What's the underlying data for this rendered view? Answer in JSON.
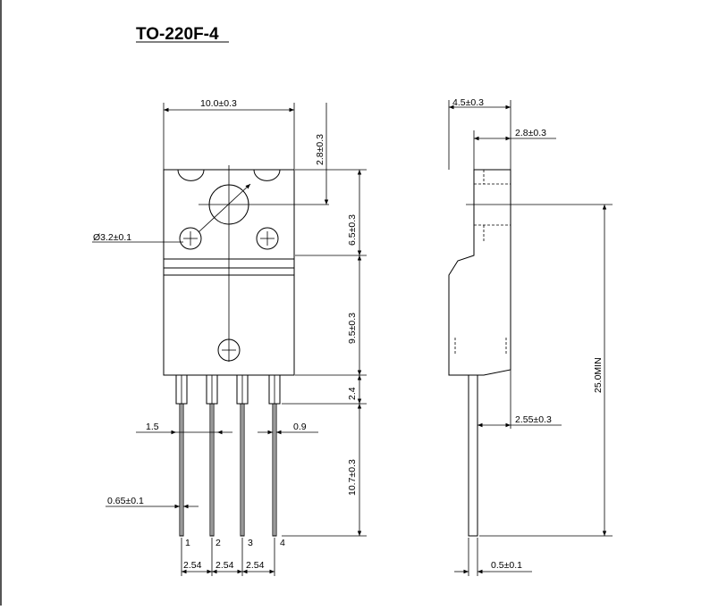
{
  "title": "TO-220F-4",
  "dims": {
    "width_top": "10.0±0.3",
    "hole_top": "2.8±0.3",
    "hole_dia": "Ø3.2±0.1",
    "upper_height": "6.5±0.3",
    "lower_height": "9.5±0.3",
    "standoff": "2.4",
    "lead_length": "10.7±0.3",
    "lead_width_wide": "1.5",
    "lead_width_right": "0.9",
    "lead_thickness": "0.65±0.1",
    "pitch_1": "2.54",
    "pitch_2": "2.54",
    "pitch_3": "2.54",
    "side_depth": "4.5±0.3",
    "side_tab": "2.8±0.3",
    "side_lead_pos": "2.55±0.3",
    "side_total": "25.0MIN",
    "side_lead_thk": "0.5±0.1"
  },
  "pins": [
    "1",
    "2",
    "3",
    "4"
  ]
}
